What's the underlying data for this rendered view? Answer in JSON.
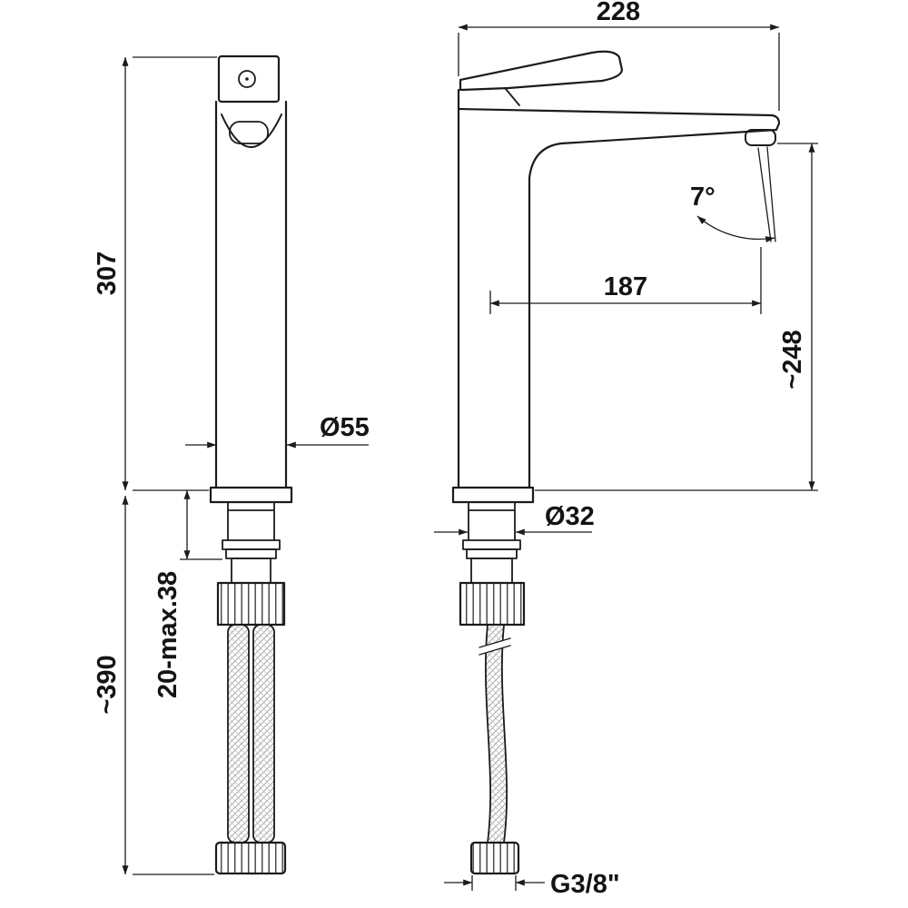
{
  "drawing": {
    "title": "faucet-technical-drawing",
    "dims": {
      "width_top": "228",
      "height_body": "307",
      "reach": "187",
      "outlet_height": "~248",
      "base_dia": "Ø55",
      "shank_dia": "Ø32",
      "below_total": "~390",
      "deck_range": "20-max.38",
      "spray_angle": "7°",
      "thread": "G3/8\""
    }
  }
}
